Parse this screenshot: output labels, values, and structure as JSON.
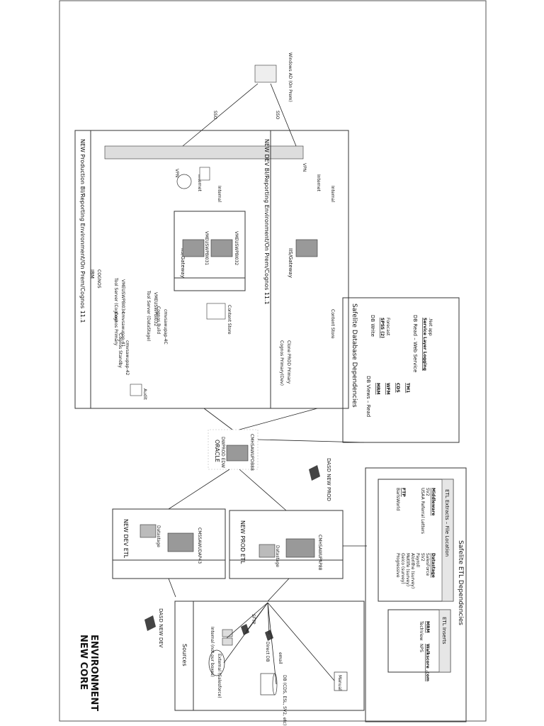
{
  "title": [
    "NEW CORE",
    "ENVIRONMENT"
  ],
  "prod": {
    "title": "NEW Production BI/Reporting Environment/On Prem/Cognos 11.1",
    "iis": "IIS/Gateway",
    "vme1": "VMEUSWPBI031",
    "vme2": "VMEUSWPBI032",
    "tool_server_1": "Tool Server (Cognos)",
    "tool_server_1_host": "VMEUSWPBI034",
    "tool_server_2": "Tool Server (DataStage)",
    "tool_server_2_host": "VMEUSWPBI032",
    "cognos_primary": "Cognos Primary",
    "cognos_primary_host": "cmvsawupap-41",
    "cognos_build": "Cognos Build",
    "cognos_build_host": "cmvsawupap-4C",
    "cognos_standby": "Cognos Standby",
    "cognos_standby_host": "cmvsawupap-42",
    "content_store": "Content Store",
    "audit": "Audit",
    "internet": "Internet",
    "vpn": "VPN",
    "internal": "Internal",
    "ibm": "IBM",
    "cognos": "COGNOS"
  },
  "dev": {
    "title": "NEW DEV BI/Reporting Environment/On Prem/Cognos 11.1",
    "iis": "IIS/Gateway",
    "cognos_primary": "Cognos Primary(Dev)",
    "clone": "Clone PROD Primary",
    "content_store": "Content Store",
    "internet": "Internet",
    "vpn": "VPN",
    "internal": "Internal"
  },
  "sso_1": "SSO",
  "sso_2": "SSO",
  "windows_ad": "Windows AD (On Prem)",
  "oracle": {
    "logo": "ORACLE",
    "db": "DWPROD EDW",
    "host": "CMHSAWUPDB88"
  },
  "dev_etl": {
    "title": "NEW DEV ETL",
    "datastage": "Datastage",
    "host": "CMSSAWUDAP43"
  },
  "prod_etl": {
    "title": "NEW PROD ETL",
    "datastage": "Datastage",
    "host": "CMHSAWUPAP88"
  },
  "dasd_dev": "DASD NEW DEV",
  "dasd_prod": "DASD NEW PROD",
  "sources": {
    "title": "Sources",
    "external": "External (Salesforce)",
    "internal": "Internal (not our boxes)",
    "sftp": "SFTP",
    "direct_db": "Direct DB",
    "email": "email",
    "manual": "Manual",
    "db": "DB (CDS, ESL, SV2, etc)"
  },
  "safelite_db": {
    "title": "Safelite Database Dependencies",
    "db_write": "DB Write",
    "spss": "SPSS (2)",
    "forecast": "Forecast",
    "db_read_ws": "DB Read – Web Service",
    "service_layer": "Service Layer Logging",
    "net_app": ".Net app",
    "db_views": "DB Views – Read",
    "views": [
      "MRM",
      "WFM",
      "CDS",
      "TM1"
    ]
  },
  "safelite_etl": {
    "title": "Safelite ETL Dependencies",
    "inserts": "ETL Inserts",
    "mrm": "MRM",
    "techview": "TechView",
    "walkscore": "Walkscore .com",
    "nps": "NPS",
    "extracts": "ETL Extracts – File Location",
    "datastage": "Datastage",
    "datastage_items": [
      "SalesForce",
      "SV2",
      "Payroll",
      "Alorithe (survey)",
      "Metlife (survey)",
      "Geico (survey)",
      "Progressive"
    ],
    "middleware": "Middleware",
    "middleware_items": [
      "SV2",
      "USAA Referral Letters"
    ],
    "ftp": "FTP",
    "ftp_items": [
      "BarlsWorld"
    ]
  }
}
